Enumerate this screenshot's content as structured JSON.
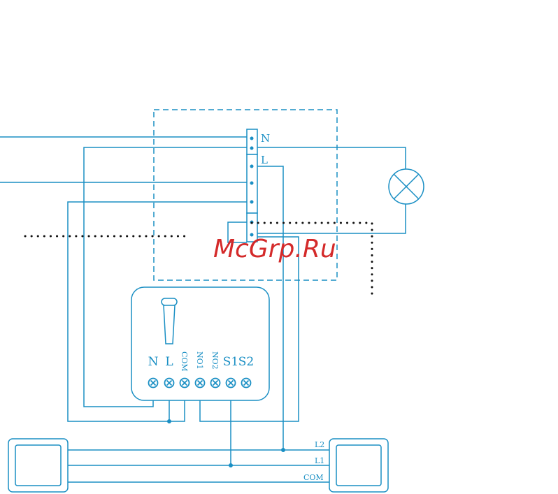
{
  "colors": {
    "wire": "#1a8fc4",
    "dots": "#111111",
    "watermark": "#d42a2a",
    "background": "#ffffff"
  },
  "terminal_block": {
    "n_label": "N",
    "l_label": "L"
  },
  "relay": {
    "terminals": [
      "N",
      "L",
      "COM",
      "NO1",
      "NO2",
      "S1",
      "S2"
    ]
  },
  "switch_bus": {
    "labels": [
      "L2",
      "L1",
      "COM"
    ]
  },
  "watermark": {
    "text": "McGrp.Ru"
  },
  "icons": [
    "lamp-icon",
    "antenna-icon",
    "screw-terminal-icon",
    "wall-switch-icon"
  ]
}
